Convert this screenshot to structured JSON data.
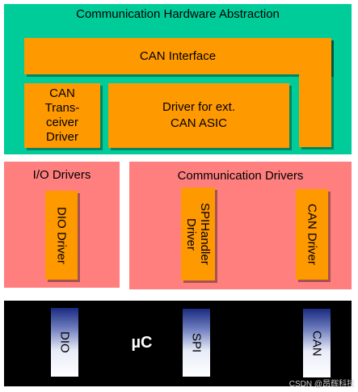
{
  "hardware_abstraction": {
    "title": "Communication Hardware Abstraction",
    "can_interface": "CAN Interface",
    "can_transceiver_driver": "CAN\nTrans-\nceiver\nDriver",
    "driver_ext_can_asic": "Driver for ext.\nCAN ASIC"
  },
  "io_drivers": {
    "title": "I/O Drivers",
    "dio_driver": "DIO Driver"
  },
  "communication_drivers": {
    "title": "Communication Drivers",
    "spi_handler_driver": "SPIHandler\nDriver",
    "can_driver": "CAN Driver"
  },
  "microcontroller": {
    "label": "µC",
    "dio": "DIO",
    "spi": "SPI",
    "can": "CAN"
  },
  "watermark": "CSDN @昂辉科技",
  "colors": {
    "abstraction_bg": "#00cc99",
    "module": "#ff9900",
    "driver_bg": "#ff7f7f",
    "microcontroller_bg": "#000000"
  }
}
